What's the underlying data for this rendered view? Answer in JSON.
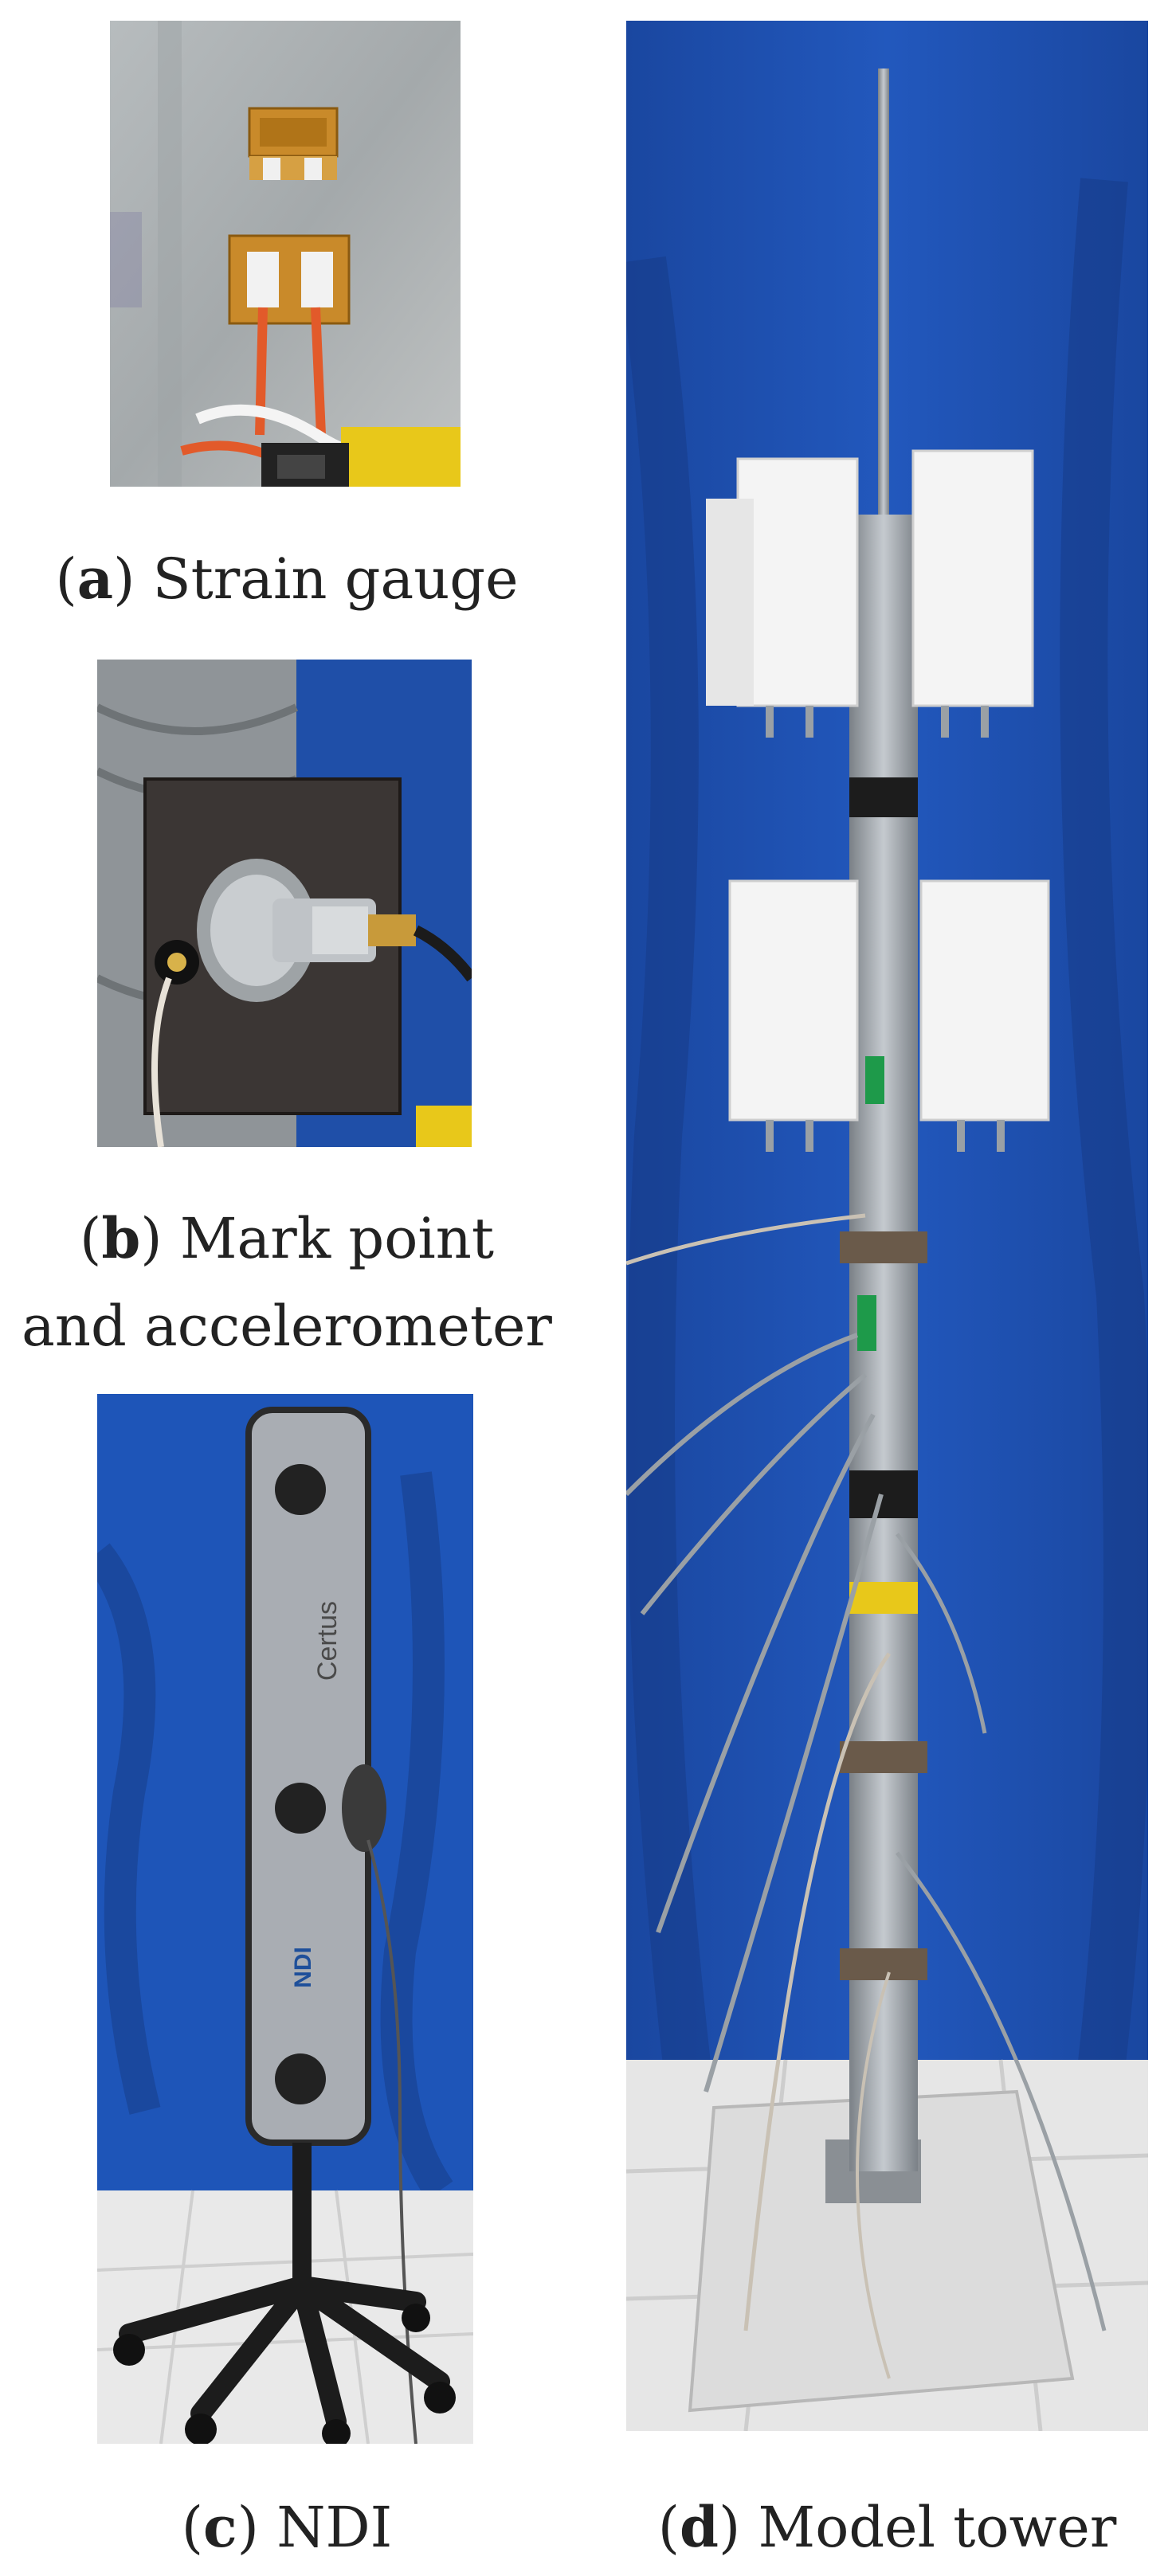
{
  "panels": {
    "a": {
      "letter": "a",
      "caption": "Strain gauge",
      "photo_colors": {
        "background": "#a9aeb0",
        "gauge": "#c98a2a",
        "wire": "#e25a2a",
        "connector": "#e8c81a"
      }
    },
    "b": {
      "letter": "b",
      "caption_line1": "Mark point",
      "caption_line2": "and accelerometer",
      "photo_colors": {
        "background": "#1f4fa8",
        "plate": "#3b3634",
        "sensor": "#bfc3c7",
        "connector": "#c89a3a"
      }
    },
    "c": {
      "letter": "c",
      "caption": "NDI",
      "device_text": "Certus",
      "device_logo": "NDI",
      "photo_colors": {
        "background": "#1e55b8",
        "device": "#a9adb3",
        "stand": "#1c1c1c",
        "floor": "#e9e9e9"
      }
    },
    "d": {
      "letter": "d",
      "caption": "Model tower",
      "photo_colors": {
        "background": "#1d4fb0",
        "tower": "#a8aeb4",
        "antenna": "#f4f4f4",
        "base": "#dcdcdc",
        "tape": "#1e9a4a"
      }
    }
  }
}
